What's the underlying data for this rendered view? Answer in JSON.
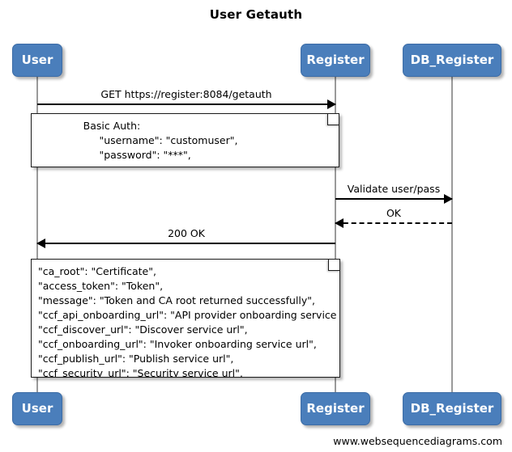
{
  "diagram": {
    "title": "User Getauth",
    "footer": "www.websequencediagrams.com",
    "accent_color": "#4a7ebb",
    "note_border_color": "#1a1a1a",
    "lifeline_color": "#9a9a9a"
  },
  "actors": [
    {
      "id": "user",
      "label": "User"
    },
    {
      "id": "register",
      "label": "Register"
    },
    {
      "id": "db_register",
      "label": "DB_Register"
    }
  ],
  "actors_bottom": [
    {
      "id": "user",
      "label": "User"
    },
    {
      "id": "register",
      "label": "Register"
    },
    {
      "id": "db_register",
      "label": "DB_Register"
    }
  ],
  "messages": [
    {
      "id": "get-auth",
      "label": "GET https://register:8084/getauth",
      "from": "User",
      "to": "Register",
      "direction": "right",
      "style": "solid"
    },
    {
      "id": "validate",
      "label": "Validate user/pass",
      "from": "Register",
      "to": "DB_Register",
      "direction": "right",
      "style": "solid"
    },
    {
      "id": "ok",
      "label": "OK",
      "from": "DB_Register",
      "to": "Register",
      "direction": "left",
      "style": "dashed"
    },
    {
      "id": "200-ok",
      "label": "200 OK",
      "from": "Register",
      "to": "User",
      "direction": "left",
      "style": "solid"
    }
  ],
  "notes": [
    {
      "id": "basic-auth-note",
      "lines": [
        "              Basic Auth:",
        "                   \"username\": \"customuser\",",
        "                   \"password\": \"***\","
      ]
    },
    {
      "id": "response-note",
      "lines": [
        "\"ca_root\": \"Certificate\",",
        "\"access_token\": \"Token\",",
        "\"message\": \"Token and CA root returned successfully\",",
        "\"ccf_api_onboarding_url\": \"API provider onboarding service url\",",
        "\"ccf_discover_url\": \"Discover service url\",",
        "\"ccf_onboarding_url\": \"Invoker onboarding service url\",",
        "\"ccf_publish_url\": \"Publish service url\",",
        "\"ccf_security_url\": \"Security service url\","
      ]
    }
  ]
}
